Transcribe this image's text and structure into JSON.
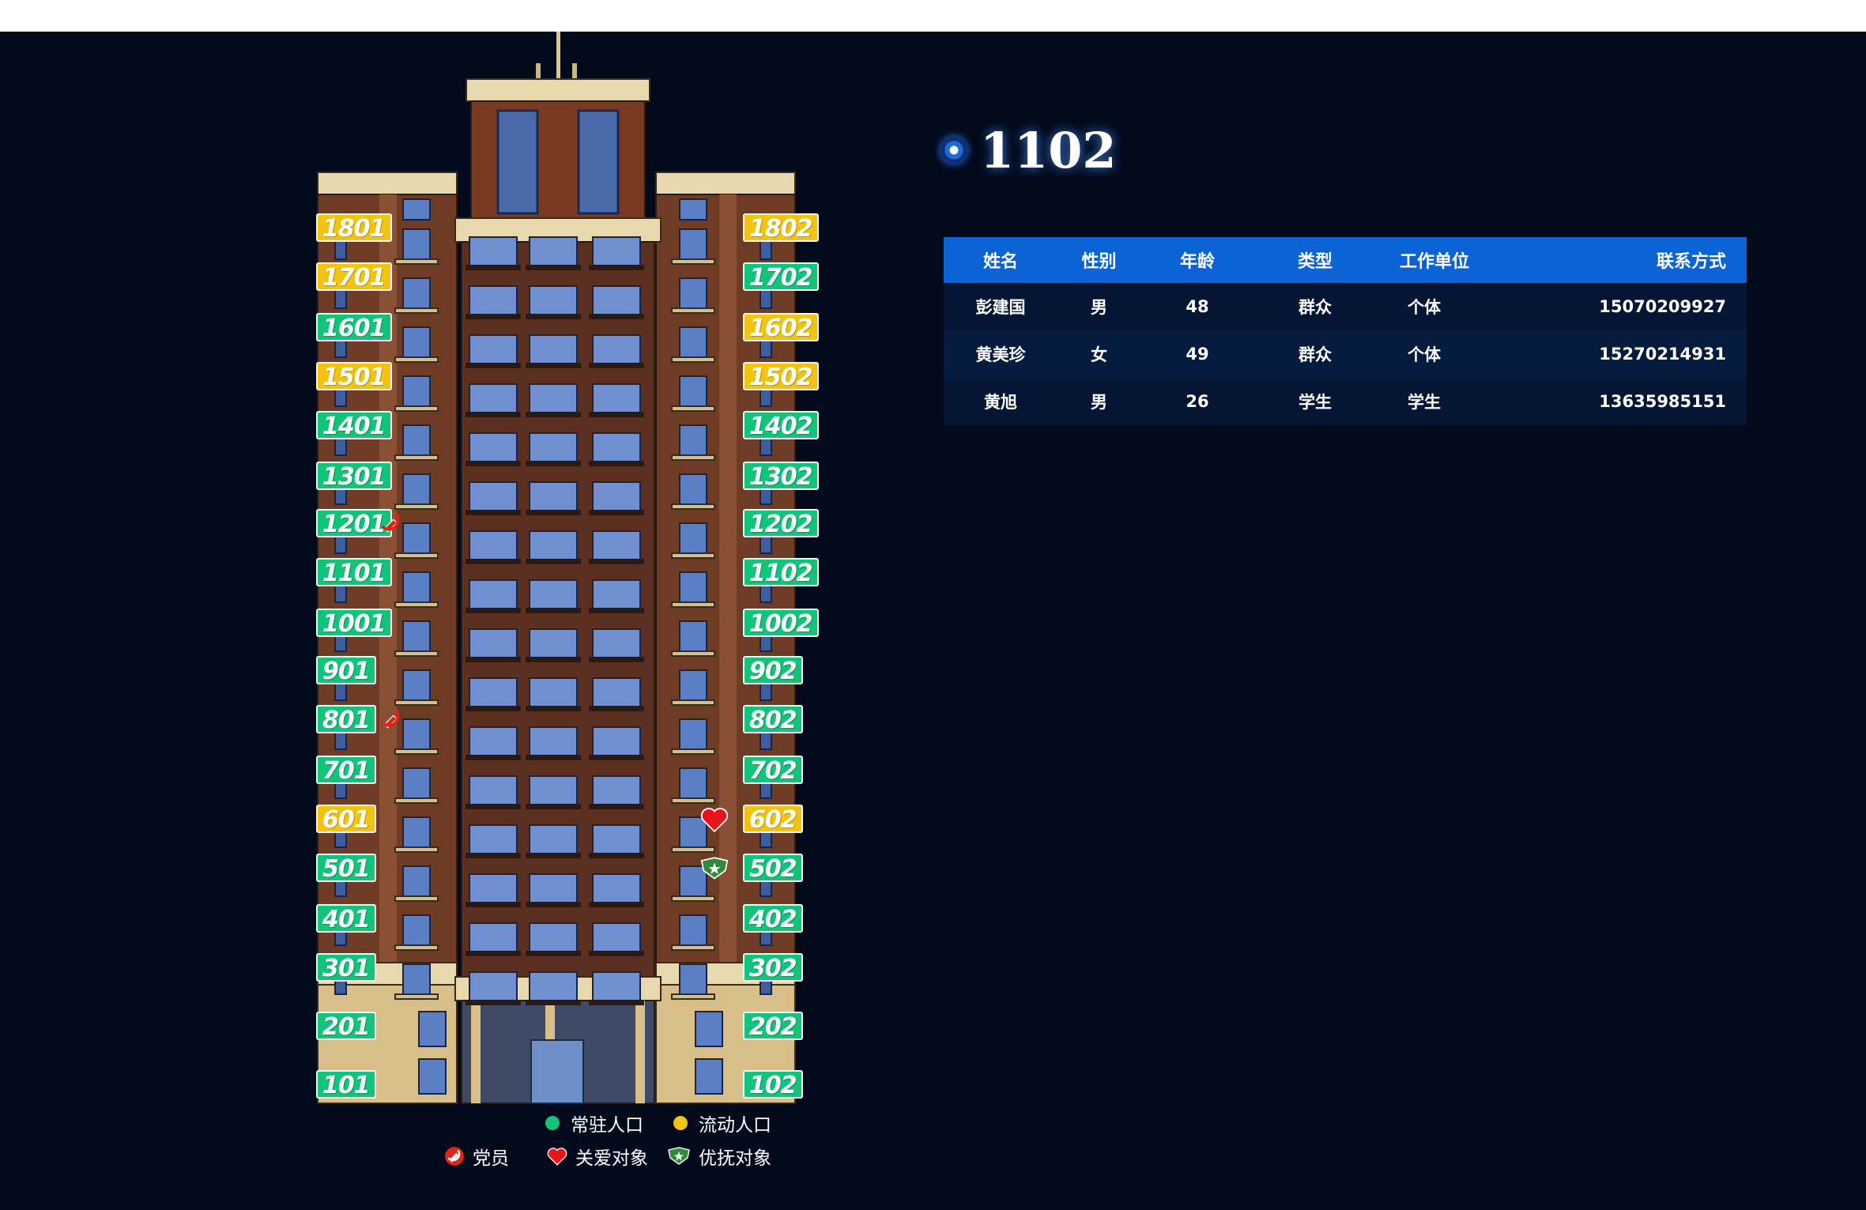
{
  "selected_room": "1102",
  "table": {
    "headers": [
      "姓名",
      "性别",
      "年龄",
      "类型",
      "工作单位",
      "联系方式"
    ],
    "rows": [
      {
        "name": "彭建国",
        "gender": "男",
        "age": "48",
        "type": "群众",
        "unit": "个体",
        "phone": "15070209927"
      },
      {
        "name": "黄美珍",
        "gender": "女",
        "age": "49",
        "type": "群众",
        "unit": "个体",
        "phone": "15270214931"
      },
      {
        "name": "黄旭",
        "gender": "男",
        "age": "26",
        "type": "学生",
        "unit": "学生",
        "phone": "13635985151"
      }
    ]
  },
  "units": {
    "left": [
      {
        "label": "1801",
        "status": "floating"
      },
      {
        "label": "1701",
        "status": "floating"
      },
      {
        "label": "1601",
        "status": "resident"
      },
      {
        "label": "1501",
        "status": "floating"
      },
      {
        "label": "1401",
        "status": "resident"
      },
      {
        "label": "1301",
        "status": "resident"
      },
      {
        "label": "1201",
        "status": "resident",
        "marker": "party"
      },
      {
        "label": "1101",
        "status": "resident"
      },
      {
        "label": "1001",
        "status": "resident"
      },
      {
        "label": "901",
        "status": "resident"
      },
      {
        "label": "801",
        "status": "resident",
        "marker": "party"
      },
      {
        "label": "701",
        "status": "resident"
      },
      {
        "label": "601",
        "status": "floating"
      },
      {
        "label": "501",
        "status": "resident"
      },
      {
        "label": "401",
        "status": "resident"
      },
      {
        "label": "301",
        "status": "resident"
      },
      {
        "label": "201",
        "status": "resident"
      },
      {
        "label": "101",
        "status": "resident"
      }
    ],
    "right": [
      {
        "label": "1802",
        "status": "floating"
      },
      {
        "label": "1702",
        "status": "resident"
      },
      {
        "label": "1602",
        "status": "floating"
      },
      {
        "label": "1502",
        "status": "floating"
      },
      {
        "label": "1402",
        "status": "resident"
      },
      {
        "label": "1302",
        "status": "resident"
      },
      {
        "label": "1202",
        "status": "resident"
      },
      {
        "label": "1102",
        "status": "resident"
      },
      {
        "label": "1002",
        "status": "resident"
      },
      {
        "label": "902",
        "status": "resident"
      },
      {
        "label": "802",
        "status": "resident"
      },
      {
        "label": "702",
        "status": "resident"
      },
      {
        "label": "602",
        "status": "floating",
        "marker": "care"
      },
      {
        "label": "502",
        "status": "resident",
        "marker": "veteran"
      },
      {
        "label": "402",
        "status": "resident"
      },
      {
        "label": "302",
        "status": "resident"
      },
      {
        "label": "202",
        "status": "resident"
      },
      {
        "label": "102",
        "status": "resident"
      }
    ]
  },
  "legend": {
    "resident": "常驻人口",
    "floating": "流动人口",
    "party": "党员",
    "care": "关爱对象",
    "veteran": "优抚对象"
  },
  "colors": {
    "resident": "#10c47a",
    "floating": "#f2c40f",
    "header": "#0c63d6",
    "background": "#020a1c"
  },
  "icons": {
    "party": "hammer-sickle-icon",
    "care": "heart-icon",
    "veteran": "military-badge-icon",
    "title": "target-dot-icon"
  }
}
